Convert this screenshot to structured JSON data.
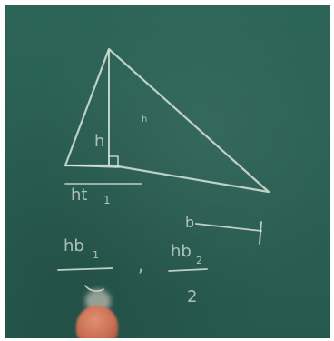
{
  "board": {
    "color": "#2a5f53",
    "chalk_color": "#dfe9df"
  },
  "labels": {
    "height_label": "h",
    "height_label_2": "h",
    "base_note": "ht",
    "base_note_sub": "1",
    "frac_left_num": "hb",
    "frac_left_num_sub": "1",
    "separator": ",",
    "frac_right_num": "hb",
    "frac_right_num_sub": "2",
    "frac_right_den": "2",
    "segment_label": "b"
  },
  "icons": {
    "hand": "hand-icon"
  }
}
